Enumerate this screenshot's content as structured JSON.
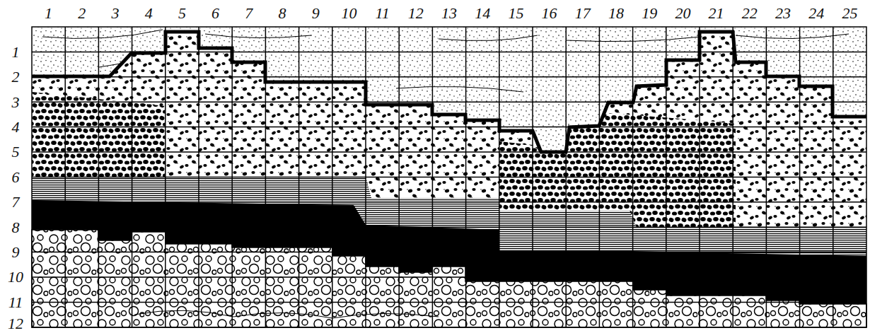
{
  "diagram": {
    "labels": [
      "1",
      "2",
      "3",
      "4",
      "5",
      "6",
      "7",
      "8",
      "9",
      "10",
      "11",
      "12",
      "13",
      "14",
      "15",
      "16",
      "17",
      "18",
      "19",
      "20",
      "21",
      "22",
      "23",
      "24",
      "25",
      "1",
      "2",
      "3",
      "4",
      "5",
      "6",
      "7",
      "8",
      "9",
      "10",
      "11",
      "12"
    ]
  }
}
